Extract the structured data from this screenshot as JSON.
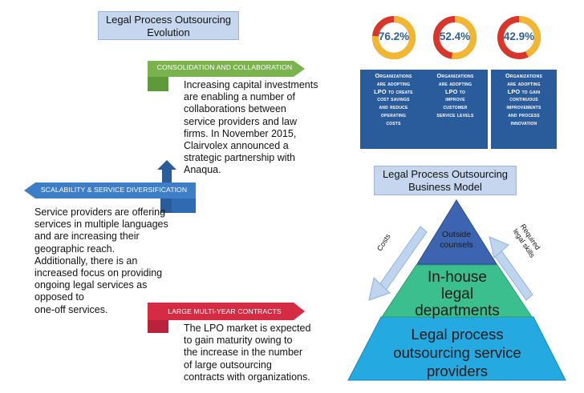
{
  "evolution": {
    "title_line1": "Legal Process Outsourcing",
    "title_line2": "Evolution",
    "stages": [
      {
        "label": "CONSOLIDATION AND COLLABORATION",
        "color": "#7ab34d",
        "lines": [
          "Increasing capital investments",
          "are enabling a number of",
          "collaborations between",
          "service providers and law",
          "firms. In November 2015,",
          "Clairvolex announced a",
          "strategic partnership with",
          "Anaqua."
        ]
      },
      {
        "label": "SCALABILITY & SERVICE DIVERSIFICATION",
        "color": "#3d7ec6",
        "lines": [
          "Service providers are offering",
          "services in multiple languages",
          "and are increasing their",
          "geographic reach.",
          "Additionally, there is an",
          "increased focus on providing",
          "ongoing legal services as",
          "opposed to",
          "one-off services."
        ]
      },
      {
        "label": "LARGE MULTI-YEAR CONTRACTS",
        "color": "#d62b45",
        "lines": [
          "The LPO market is expected",
          "to gain maturity owing to",
          "the increase in the number",
          "of large outsourcing",
          "contracts with organizations."
        ]
      }
    ]
  },
  "stats": [
    {
      "value": "76.2%",
      "fraction": 0.762,
      "lines": [
        "Organizations",
        "are adopting",
        "LPO to create",
        "cost savings",
        "and reduce",
        "operating",
        "costs"
      ]
    },
    {
      "value": "52.4%",
      "fraction": 0.524,
      "lines": [
        "Organizations",
        "are adopting",
        "LPO to",
        "improve",
        "customer",
        "service levels"
      ]
    },
    {
      "value": "42.9%",
      "fraction": 0.429,
      "lines": [
        "Organizations",
        "are adopting",
        "LPO to gain",
        "continuous",
        "improvements",
        "and process",
        "innovation"
      ]
    }
  ],
  "colors": {
    "donut_fill": "#f2b730",
    "donut_track": "#d9362b",
    "info_box": "#2a5c9c",
    "pyramid_top": "#3d64b0",
    "pyramid_mid": "#3bbf8f",
    "pyramid_base": "#24a9e1"
  },
  "business_model": {
    "title_line1": "Legal Process Outsourcing",
    "title_line2": "Business Model",
    "tiers": {
      "top": [
        "Outside",
        "counsels"
      ],
      "middle": [
        "In-house",
        "legal",
        "departments"
      ],
      "base": [
        "Legal process",
        "outsourcing service",
        "providers"
      ]
    },
    "left_arrow_label": "Costs",
    "right_arrow_label_line1": "Required",
    "right_arrow_label_line2": "legal skills"
  }
}
